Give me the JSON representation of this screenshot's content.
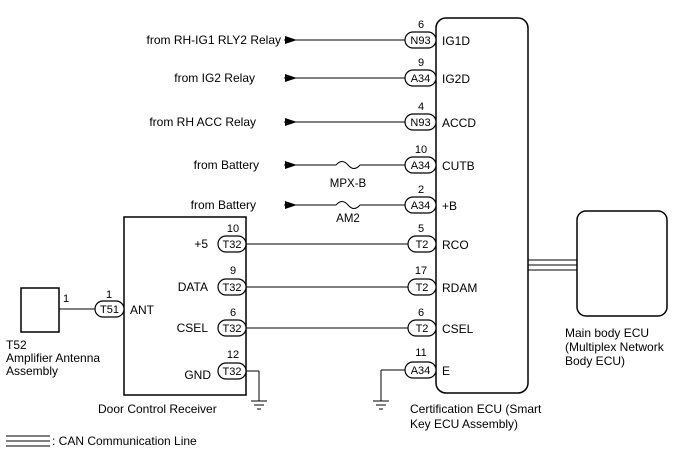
{
  "inputs": [
    {
      "source": "from RH-IG1 RLY2 Relay",
      "pin": "6",
      "connector": "N93",
      "terminal": "IG1D",
      "fuse": ""
    },
    {
      "source": "from IG2 Relay",
      "pin": "9",
      "connector": "A34",
      "terminal": "IG2D",
      "fuse": ""
    },
    {
      "source": "from RH ACC Relay",
      "pin": "4",
      "connector": "N93",
      "terminal": "ACCD",
      "fuse": ""
    },
    {
      "source": "from Battery",
      "pin": "10",
      "connector": "A34",
      "terminal": "CUTB",
      "fuse": "MPX-B"
    },
    {
      "source": "from Battery",
      "pin": "2",
      "connector": "A34",
      "terminal": "+B",
      "fuse": "AM2"
    }
  ],
  "receiver_links": [
    {
      "left_pin": "10",
      "left_connector": "T32",
      "left_terminal": "+5",
      "right_pin": "5",
      "right_connector": "T2",
      "right_terminal": "RCO"
    },
    {
      "left_pin": "9",
      "left_connector": "T32",
      "left_terminal": "DATA",
      "right_pin": "17",
      "right_connector": "T2",
      "right_terminal": "RDAM"
    },
    {
      "left_pin": "6",
      "left_connector": "T32",
      "left_terminal": "CSEL",
      "right_pin": "6",
      "right_connector": "T2",
      "right_terminal": "CSEL"
    }
  ],
  "receiver_ground": {
    "pin": "12",
    "connector": "T32",
    "terminal": "GND"
  },
  "ecu_ground": {
    "pin": "11",
    "connector": "A34",
    "terminal": "E"
  },
  "antenna_link": {
    "left_pin": "1",
    "right_pin": "1",
    "connector": "T51",
    "terminal": "ANT"
  },
  "components": {
    "amplifier_code": "T52",
    "amplifier_line1": "Amplifier Antenna",
    "amplifier_line2": "Assembly",
    "receiver": "Door Control Receiver",
    "ecu_line1": "Certification ECU (Smart",
    "ecu_line2": "Key ECU Assembly)",
    "main_line1": "Main body ECU",
    "main_line2": "(Multiplex Network",
    "main_line3": "Body ECU)"
  },
  "legend": {
    "label": ": CAN Communication Line"
  }
}
